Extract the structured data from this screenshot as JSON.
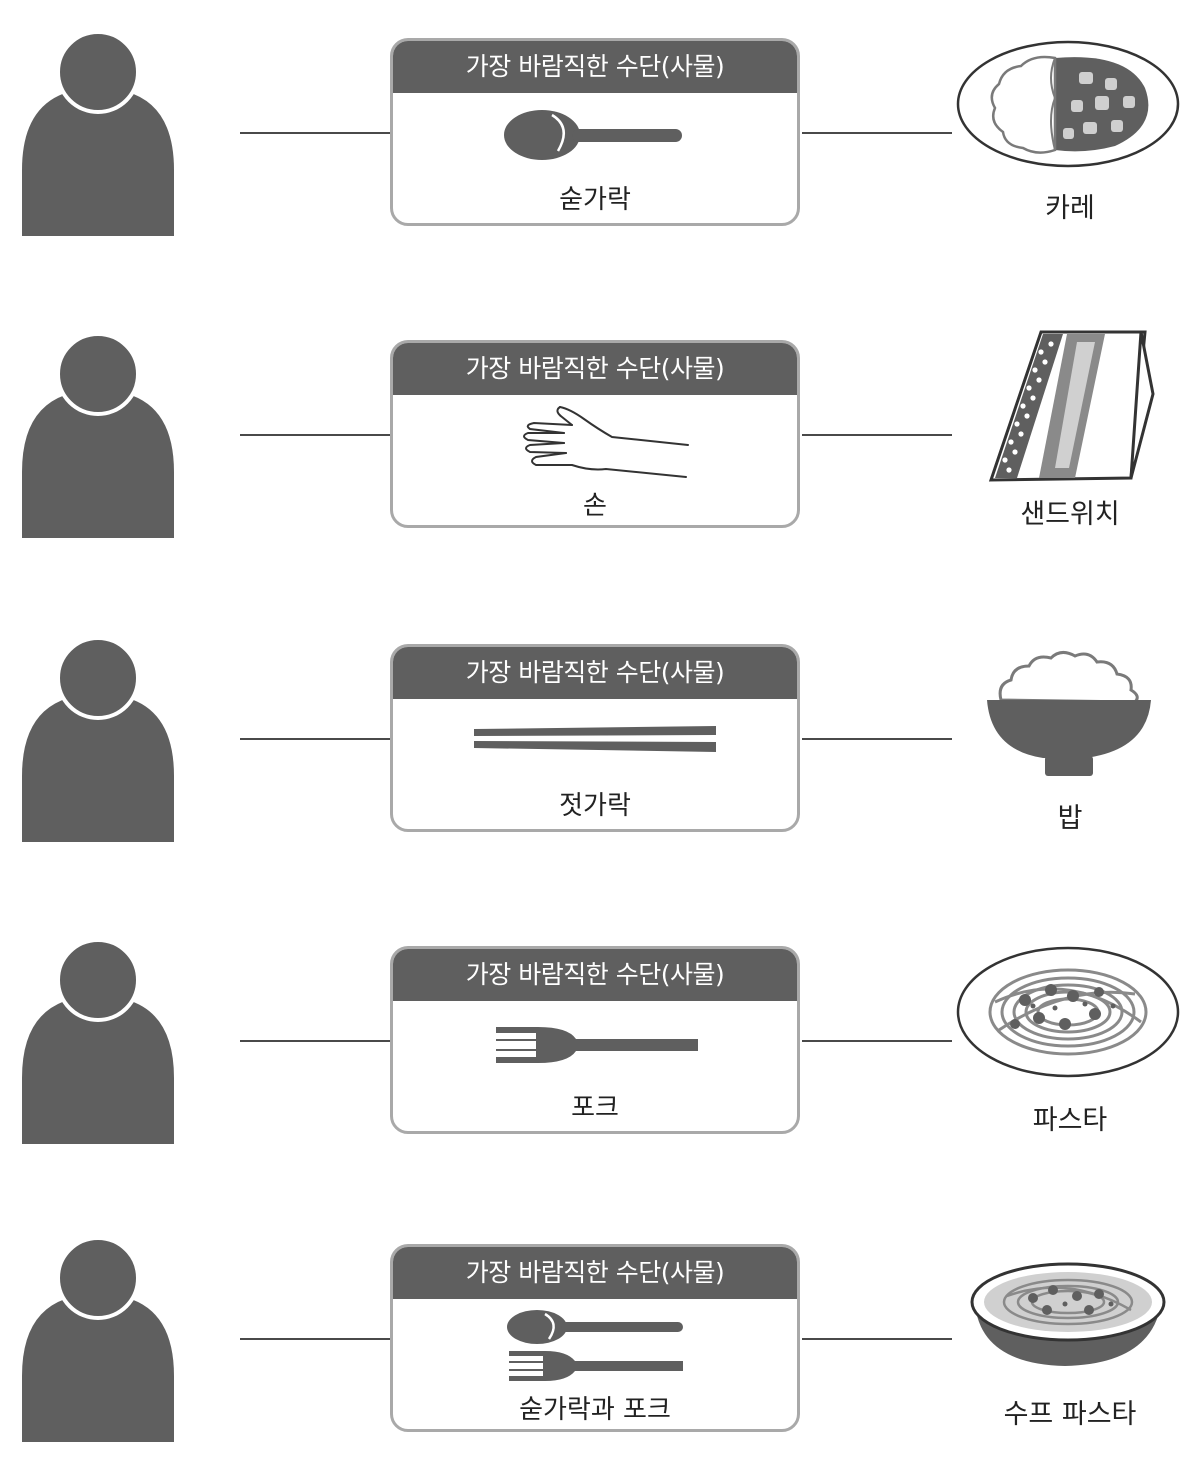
{
  "rows": [
    {
      "header": "가장 바람직한 수단(사물)",
      "tool_label": "숟가락",
      "tool_icon": "spoon-icon",
      "food_label": "카레",
      "food_icon": "curry-rice-icon"
    },
    {
      "header": "가장 바람직한 수단(사물)",
      "tool_label": "손",
      "tool_icon": "hand-icon",
      "food_label": "샌드위치",
      "food_icon": "sandwich-icon"
    },
    {
      "header": "가장 바람직한 수단(사물)",
      "tool_label": "젓가락",
      "tool_icon": "chopsticks-icon",
      "food_label": "밥",
      "food_icon": "rice-bowl-icon"
    },
    {
      "header": "가장 바람직한 수단(사물)",
      "tool_label": "포크",
      "tool_icon": "fork-icon",
      "food_label": "파스타",
      "food_icon": "pasta-plate-icon"
    },
    {
      "header": "가장 바람직한 수단(사물)",
      "tool_label": "숟가락과 포크",
      "tool_icon": "spoon-and-fork-icon",
      "food_label": "수프 파스타",
      "food_icon": "soup-pasta-icon"
    }
  ],
  "colors": {
    "dark": "#5f5f5f",
    "border": "#a9a9a9",
    "line": "#4a4a4a"
  }
}
